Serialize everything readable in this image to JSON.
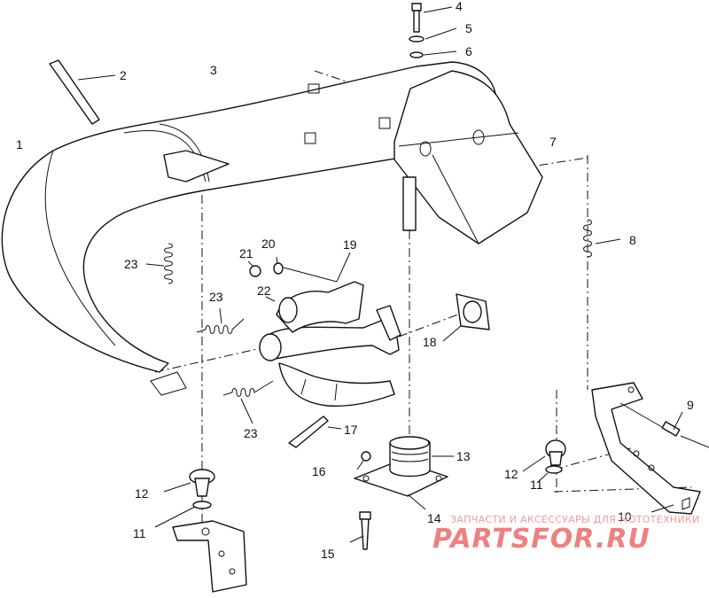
{
  "callouts": [
    {
      "id": "c1",
      "text": "1"
    },
    {
      "id": "c2",
      "text": "2"
    },
    {
      "id": "c3",
      "text": "3"
    },
    {
      "id": "c4",
      "text": "4"
    },
    {
      "id": "c5",
      "text": "5"
    },
    {
      "id": "c6",
      "text": "6"
    },
    {
      "id": "c7",
      "text": "7"
    },
    {
      "id": "c8",
      "text": "8"
    },
    {
      "id": "c9",
      "text": "9"
    },
    {
      "id": "c10",
      "text": "10"
    },
    {
      "id": "c11a",
      "text": "11"
    },
    {
      "id": "c11b",
      "text": "11"
    },
    {
      "id": "c12a",
      "text": "12"
    },
    {
      "id": "c12b",
      "text": "12"
    },
    {
      "id": "c13",
      "text": "13"
    },
    {
      "id": "c14",
      "text": "14"
    },
    {
      "id": "c15",
      "text": "15"
    },
    {
      "id": "c16",
      "text": "16"
    },
    {
      "id": "c17",
      "text": "17"
    },
    {
      "id": "c18",
      "text": "18"
    },
    {
      "id": "c19",
      "text": "19"
    },
    {
      "id": "c20",
      "text": "20"
    },
    {
      "id": "c21",
      "text": "21"
    },
    {
      "id": "c22",
      "text": "22"
    },
    {
      "id": "c23a",
      "text": "23"
    },
    {
      "id": "c23b",
      "text": "23"
    },
    {
      "id": "c23c",
      "text": "23"
    }
  ],
  "watermark": {
    "line1": "ЗАПЧАСТИ И АКСЕССУАРЫ ДЛЯ МОТОТЕХНИКИ",
    "line2": "PARTSFOR.RU",
    "color": "#f08080"
  }
}
